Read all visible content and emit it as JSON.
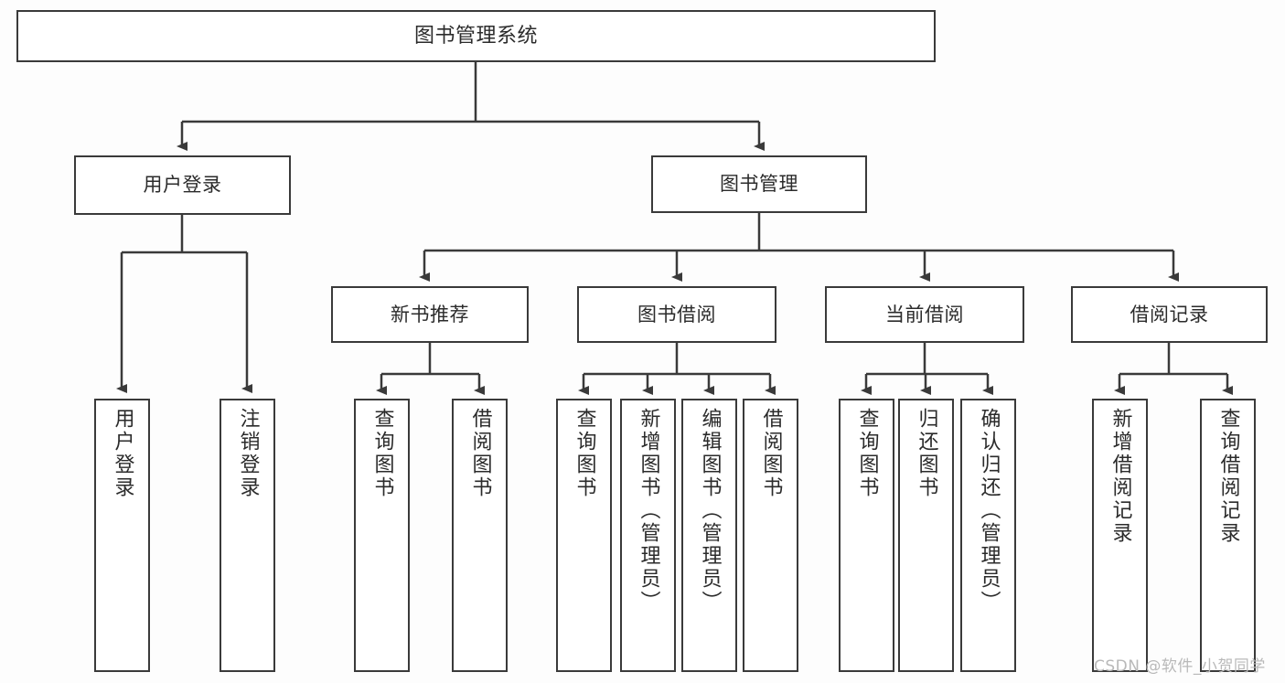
{
  "diagram": {
    "title": "图书管理系统",
    "type": "functional-structure-tree",
    "watermark": "CSDN @软件_小贺同学",
    "colors": {
      "stroke": "#3a3a3a",
      "node_fill": "#ffffff",
      "text": "#2b2b2b",
      "background": "#fdfdfd",
      "watermark": "#b9b9b9"
    },
    "nodes": {
      "root": {
        "label": "图书管理系统",
        "level": 1,
        "orientation": "horizontal"
      },
      "level2": [
        {
          "id": "user-login",
          "label": "用户登录",
          "orientation": "horizontal"
        },
        {
          "id": "book-manage",
          "label": "图书管理",
          "orientation": "horizontal"
        }
      ],
      "level3": [
        {
          "id": "new-book-recommend",
          "label": "新书推荐",
          "orientation": "horizontal",
          "parent": "book-manage"
        },
        {
          "id": "book-borrow",
          "label": "图书借阅",
          "orientation": "horizontal",
          "parent": "book-manage"
        },
        {
          "id": "current-borrow",
          "label": "当前借阅",
          "orientation": "horizontal",
          "parent": "book-manage"
        },
        {
          "id": "borrow-record",
          "label": "借阅记录",
          "orientation": "horizontal",
          "parent": "book-manage"
        }
      ],
      "leaves": [
        {
          "id": "leaf-user-login",
          "label": "用户登录",
          "parent": "user-login",
          "orientation": "vertical"
        },
        {
          "id": "leaf-user-logout",
          "label": "注销登录",
          "parent": "user-login",
          "orientation": "vertical"
        },
        {
          "id": "leaf-query-book-1",
          "label": "查询图书",
          "parent": "new-book-recommend",
          "orientation": "vertical"
        },
        {
          "id": "leaf-borrow-book-1",
          "label": "借阅图书",
          "parent": "new-book-recommend",
          "orientation": "vertical"
        },
        {
          "id": "leaf-query-book-2",
          "label": "查询图书",
          "parent": "book-borrow",
          "orientation": "vertical"
        },
        {
          "id": "leaf-add-book",
          "label": "新增图书（管理员）",
          "parent": "book-borrow",
          "orientation": "vertical"
        },
        {
          "id": "leaf-edit-book",
          "label": "编辑图书（管理员）",
          "parent": "book-borrow",
          "orientation": "vertical"
        },
        {
          "id": "leaf-borrow-book-2",
          "label": "借阅图书",
          "parent": "book-borrow",
          "orientation": "vertical"
        },
        {
          "id": "leaf-query-book-3",
          "label": "查询图书",
          "parent": "current-borrow",
          "orientation": "vertical"
        },
        {
          "id": "leaf-return-book",
          "label": "归还图书",
          "parent": "current-borrow",
          "orientation": "vertical"
        },
        {
          "id": "leaf-confirm-return",
          "label": "确认归还（管理员）",
          "parent": "current-borrow",
          "orientation": "vertical"
        },
        {
          "id": "leaf-add-record",
          "label": "新增借阅记录",
          "parent": "borrow-record",
          "orientation": "vertical"
        },
        {
          "id": "leaf-query-record",
          "label": "查询借阅记录",
          "parent": "borrow-record",
          "orientation": "vertical"
        }
      ]
    }
  }
}
